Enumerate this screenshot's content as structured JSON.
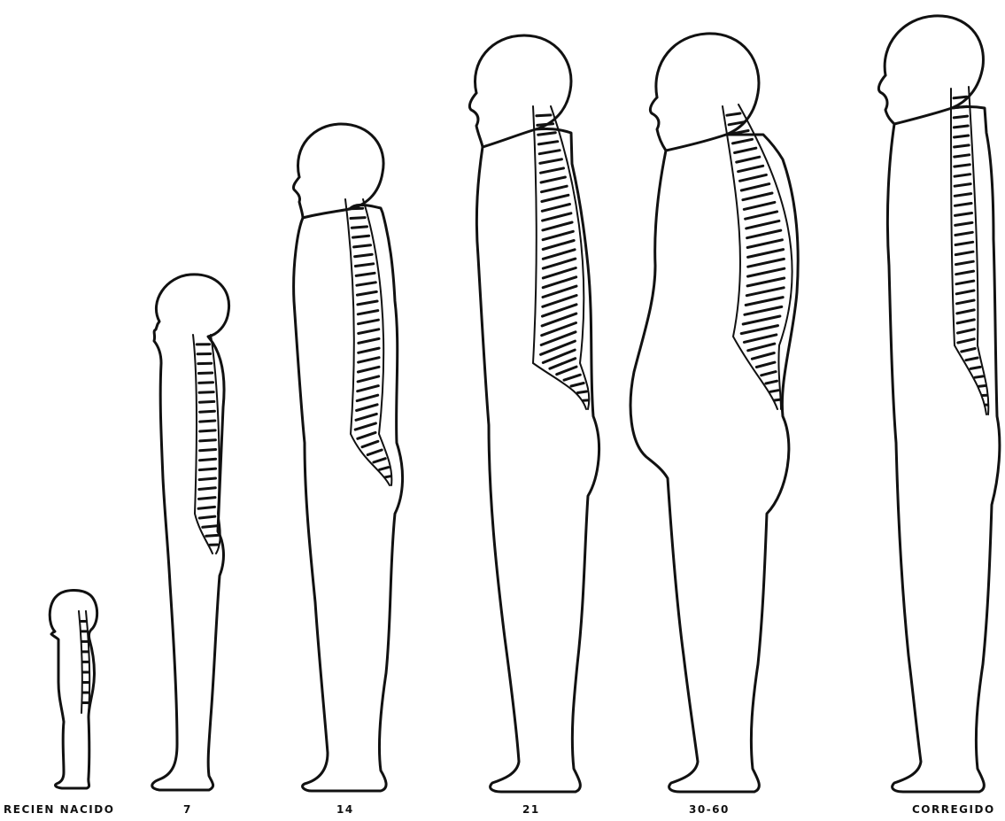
{
  "figures": [
    {
      "id": "newborn",
      "label": "RECIEN  NACIDO"
    },
    {
      "id": "age-7",
      "label": "7"
    },
    {
      "id": "age-14",
      "label": "14"
    },
    {
      "id": "age-21",
      "label": "21"
    },
    {
      "id": "age-30-60",
      "label": "30-60"
    },
    {
      "id": "corrected",
      "label": "CORREGIDO"
    }
  ],
  "colors": {
    "line": "#111111",
    "background": "#ffffff"
  }
}
